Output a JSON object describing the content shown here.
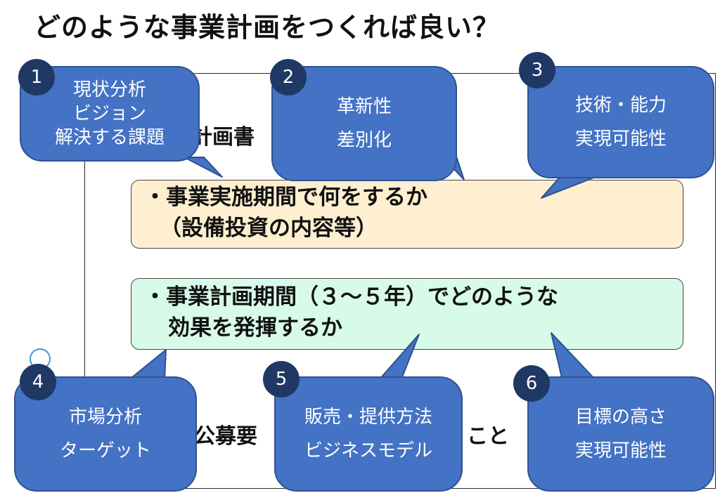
{
  "title": "どのような事業計画をつくれば良い？",
  "background_text": {
    "plan_heading_fragment": "計画書",
    "bottom_left_fragment": "公募要",
    "bottom_right_fragment": "こと"
  },
  "boxes": [
    {
      "lines": [
        "・事業実施期間で何をするか",
        "（設備投資の内容等）"
      ],
      "color": "#fdefd0"
    },
    {
      "lines": [
        "・事業計画期間（３～５年）でどのような",
        "効果を発揮するか"
      ],
      "color": "#d8fbe9"
    }
  ],
  "callouts": [
    {
      "number": "1",
      "lines": [
        "現状分析",
        "ビジョン",
        "解決する課題"
      ]
    },
    {
      "number": "2",
      "lines": [
        "革新性",
        "差別化"
      ]
    },
    {
      "number": "3",
      "lines": [
        "技術・能力",
        "実現可能性"
      ]
    },
    {
      "number": "4",
      "lines": [
        "市場分析",
        "ターゲット"
      ]
    },
    {
      "number": "5",
      "lines": [
        "販売・提供方法",
        "ビジネスモデル"
      ]
    },
    {
      "number": "6",
      "lines": [
        "目標の高さ",
        "実現可能性"
      ]
    }
  ],
  "colors": {
    "callout_fill": "#4472c4",
    "callout_border": "#2f528f",
    "number_badge": "#1f3864"
  }
}
